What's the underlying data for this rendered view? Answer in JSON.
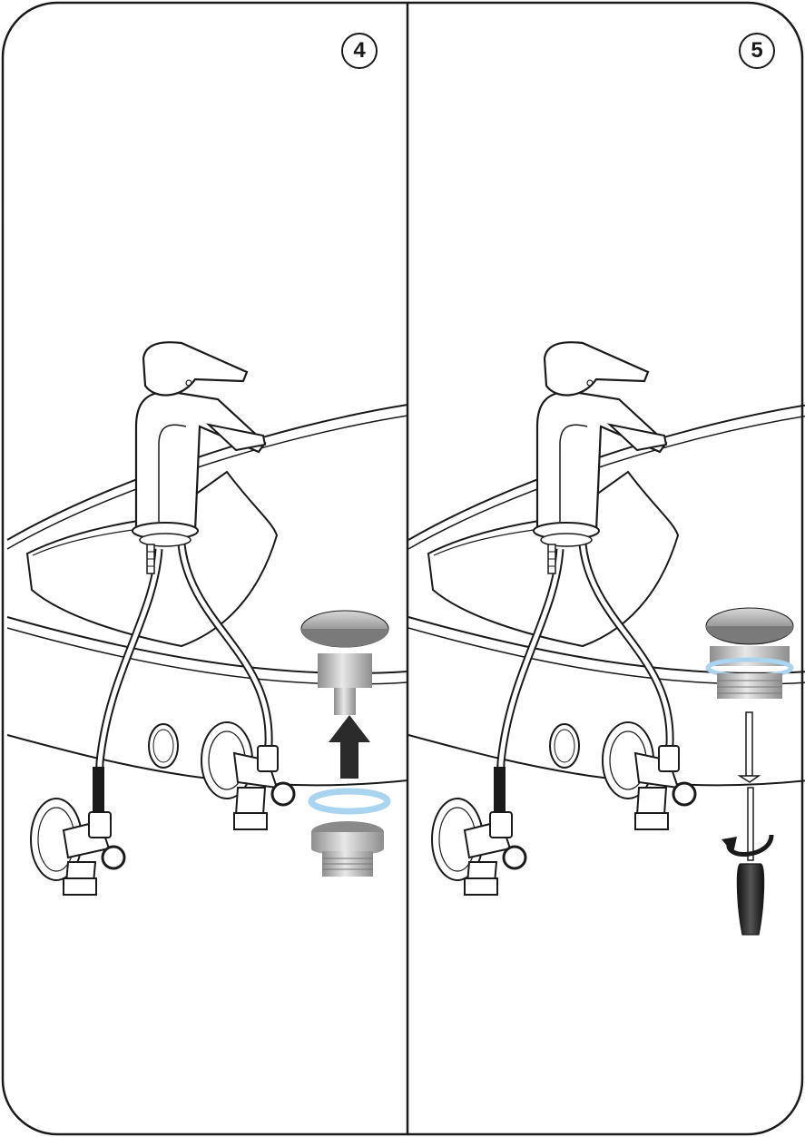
{
  "panels": [
    {
      "step": "4"
    },
    {
      "step": "5"
    }
  ],
  "colors": {
    "line": "#1a1a1a",
    "metal_light": "#c9c9c9",
    "metal_dark": "#7a7a7a",
    "gasket_blue": "#a9d4ef",
    "arrow": "#2a2a2a"
  },
  "icons": [
    "circle-badge",
    "up-arrow-icon",
    "rotate-arrow-icon",
    "screwdriver-icon"
  ]
}
